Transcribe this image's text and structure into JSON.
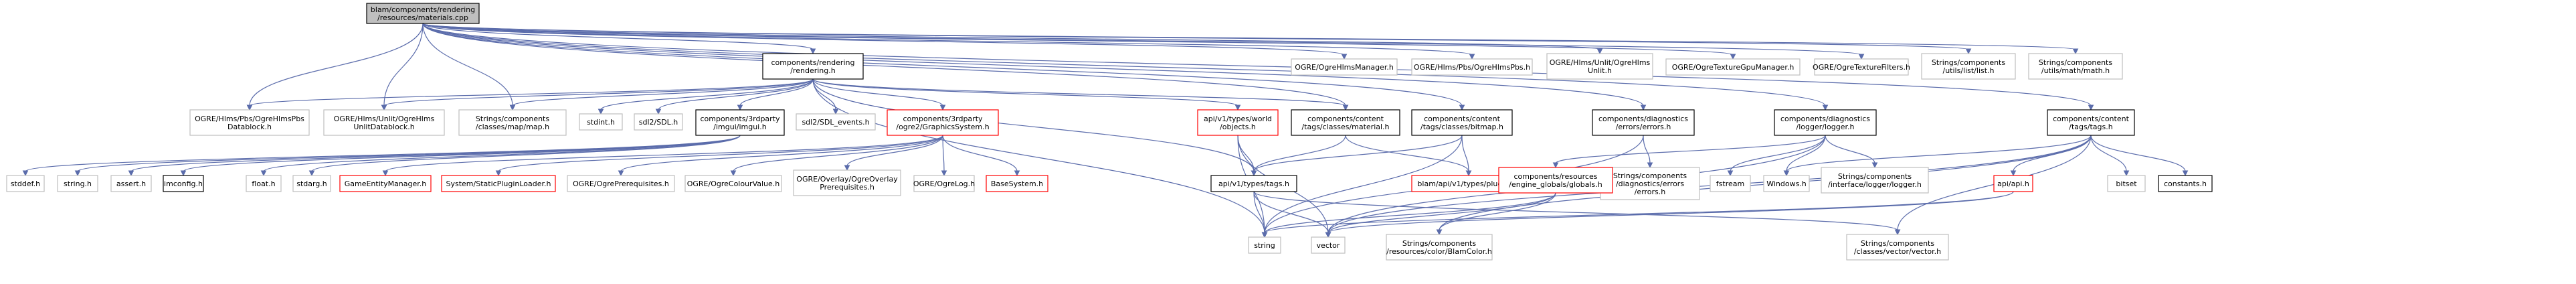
{
  "colors": {
    "root_fill": "#bfbfbf",
    "border_gray": "#bfbfbf",
    "border_black": "#000000",
    "border_red": "#ff0000",
    "edge": "#5b6cab"
  },
  "nodes": [
    {
      "id": "root",
      "label": [
        "blam/components/rendering",
        "/resources/materials.cpp"
      ],
      "style": "root"
    },
    {
      "id": "rendering",
      "label": [
        "components/rendering",
        "/rendering.h"
      ],
      "style": "black"
    },
    {
      "id": "ogre_hlms_mgr",
      "label": [
        "OGRE/OgreHlmsManager.h"
      ],
      "style": "gray"
    },
    {
      "id": "ogre_pbs",
      "label": [
        "OGRE/Hlms/Pbs/OgreHlmsPbs.h"
      ],
      "style": "gray"
    },
    {
      "id": "ogre_unlit",
      "label": [
        "OGRE/Hlms/Unlit/OgreHlms",
        "Unlit.h"
      ],
      "style": "gray"
    },
    {
      "id": "ogre_texgpu",
      "label": [
        "OGRE/OgreTextureGpuManager.h"
      ],
      "style": "gray"
    },
    {
      "id": "ogre_texfilt",
      "label": [
        "OGRE/OgreTextureFilters.h"
      ],
      "style": "gray"
    },
    {
      "id": "str_list",
      "label": [
        "Strings/components",
        "/utils/list/list.h"
      ],
      "style": "gray"
    },
    {
      "id": "str_math",
      "label": [
        "Strings/components",
        "/utils/math/math.h"
      ],
      "style": "gray"
    },
    {
      "id": "pbs_datablock",
      "label": [
        "OGRE/Hlms/Pbs/OgreHlmsPbs",
        "Datablock.h"
      ],
      "style": "gray"
    },
    {
      "id": "unlit_datablock",
      "label": [
        "OGRE/Hlms/Unlit/OgreHlms",
        "UnlitDatablock.h"
      ],
      "style": "gray"
    },
    {
      "id": "str_map",
      "label": [
        "Strings/components",
        "/classes/map/map.h"
      ],
      "style": "gray"
    },
    {
      "id": "stdint",
      "label": [
        "stdint.h"
      ],
      "style": "gray"
    },
    {
      "id": "sdl2",
      "label": [
        "sdl2/SDL.h"
      ],
      "style": "gray"
    },
    {
      "id": "imgui_h",
      "label": [
        "components/3rdparty",
        "/imgui/imgui.h"
      ],
      "style": "black"
    },
    {
      "id": "sdl2_events",
      "label": [
        "sdl2/SDL_events.h"
      ],
      "style": "gray"
    },
    {
      "id": "ogre2_gfx",
      "label": [
        "components/3rdparty",
        "/ogre2/GraphicsSystem.h"
      ],
      "style": "red"
    },
    {
      "id": "world_objects",
      "label": [
        "api/v1/types/world",
        "/objects.h"
      ],
      "style": "red"
    },
    {
      "id": "material_h",
      "label": [
        "components/content",
        "/tags/classes/material.h"
      ],
      "style": "black"
    },
    {
      "id": "bitmap_h",
      "label": [
        "components/content",
        "/tags/classes/bitmap.h"
      ],
      "style": "black"
    },
    {
      "id": "diag_errors",
      "label": [
        "components/diagnostics",
        "/errors/errors.h"
      ],
      "style": "black"
    },
    {
      "id": "diag_logger",
      "label": [
        "components/diagnostics",
        "/logger/logger.h"
      ],
      "style": "black"
    },
    {
      "id": "tags_h",
      "label": [
        "components/content",
        "/tags/tags.h"
      ],
      "style": "black"
    },
    {
      "id": "stddef",
      "label": [
        "stddef.h"
      ],
      "style": "gray"
    },
    {
      "id": "string_h",
      "label": [
        "string.h"
      ],
      "style": "gray"
    },
    {
      "id": "assert",
      "label": [
        "assert.h"
      ],
      "style": "gray"
    },
    {
      "id": "imconfig",
      "label": [
        "imconfig.h"
      ],
      "style": "black"
    },
    {
      "id": "float",
      "label": [
        "float.h"
      ],
      "style": "gray"
    },
    {
      "id": "stdarg",
      "label": [
        "stdarg.h"
      ],
      "style": "gray"
    },
    {
      "id": "game_entity",
      "label": [
        "GameEntityManager.h"
      ],
      "style": "red"
    },
    {
      "id": "static_plugin",
      "label": [
        "System/StaticPluginLoader.h"
      ],
      "style": "red"
    },
    {
      "id": "ogre_prereq",
      "label": [
        "OGRE/OgrePrerequisites.h"
      ],
      "style": "gray"
    },
    {
      "id": "ogre_colour",
      "label": [
        "OGRE/OgreColourValue.h"
      ],
      "style": "gray"
    },
    {
      "id": "ogre_overlay",
      "label": [
        "OGRE/Overlay/OgreOverlay",
        "Prerequisites.h"
      ],
      "style": "gray"
    },
    {
      "id": "ogre_log",
      "label": [
        "OGRE/OgreLog.h"
      ],
      "style": "gray"
    },
    {
      "id": "base_system",
      "label": [
        "BaseSystem.h"
      ],
      "style": "red"
    },
    {
      "id": "api_tags",
      "label": [
        "api/v1/types/tags.h"
      ],
      "style": "black"
    },
    {
      "id": "plugins_h",
      "label": [
        "blam/api/v1/types/plugins.h"
      ],
      "style": "red"
    },
    {
      "id": "str_diag_errors",
      "label": [
        "Strings/components",
        "/diagnostics/errors",
        "/errors.h"
      ],
      "style": "gray"
    },
    {
      "id": "engine_globals",
      "label": [
        "components/resources",
        "/engine_globals/globals.h"
      ],
      "style": "red"
    },
    {
      "id": "fstream",
      "label": [
        "fstream"
      ],
      "style": "gray"
    },
    {
      "id": "windows_h",
      "label": [
        "Windows.h"
      ],
      "style": "gray"
    },
    {
      "id": "str_logger",
      "label": [
        "Strings/components",
        "/interface/logger/logger.h"
      ],
      "style": "gray"
    },
    {
      "id": "api_h",
      "label": [
        "api/api.h"
      ],
      "style": "red"
    },
    {
      "id": "bitset",
      "label": [
        "bitset"
      ],
      "style": "gray"
    },
    {
      "id": "constants",
      "label": [
        "constants.h"
      ],
      "style": "black"
    },
    {
      "id": "string_std",
      "label": [
        "string"
      ],
      "style": "gray"
    },
    {
      "id": "vector",
      "label": [
        "vector"
      ],
      "style": "gray"
    },
    {
      "id": "str_blamcolor",
      "label": [
        "Strings/components",
        "/resources/color/BlamColor.h"
      ],
      "style": "gray"
    },
    {
      "id": "str_vector",
      "label": [
        "Strings/components",
        "/classes/vector/vector.h"
      ],
      "style": "gray"
    }
  ],
  "edges": [
    [
      "root",
      "rendering"
    ],
    [
      "root",
      "ogre_hlms_mgr"
    ],
    [
      "root",
      "ogre_pbs"
    ],
    [
      "root",
      "ogre_unlit"
    ],
    [
      "root",
      "ogre_texgpu"
    ],
    [
      "root",
      "ogre_texfilt"
    ],
    [
      "root",
      "str_list"
    ],
    [
      "root",
      "str_math"
    ],
    [
      "root",
      "pbs_datablock"
    ],
    [
      "root",
      "unlit_datablock"
    ],
    [
      "root",
      "str_map"
    ],
    [
      "root",
      "material_h"
    ],
    [
      "root",
      "bitmap_h"
    ],
    [
      "root",
      "diag_errors"
    ],
    [
      "root",
      "diag_logger"
    ],
    [
      "root",
      "tags_h"
    ],
    [
      "rendering",
      "pbs_datablock"
    ],
    [
      "rendering",
      "unlit_datablock"
    ],
    [
      "rendering",
      "str_map"
    ],
    [
      "rendering",
      "stdint"
    ],
    [
      "rendering",
      "sdl2"
    ],
    [
      "rendering",
      "imgui_h"
    ],
    [
      "rendering",
      "sdl2_events"
    ],
    [
      "rendering",
      "ogre2_gfx"
    ],
    [
      "rendering",
      "world_objects"
    ],
    [
      "rendering",
      "material_h"
    ],
    [
      "rendering",
      "api_tags"
    ],
    [
      "rendering",
      "string_std"
    ],
    [
      "imgui_h",
      "stddef"
    ],
    [
      "imgui_h",
      "string_h"
    ],
    [
      "imgui_h",
      "assert"
    ],
    [
      "imgui_h",
      "imconfig"
    ],
    [
      "imgui_h",
      "float"
    ],
    [
      "imgui_h",
      "stdarg"
    ],
    [
      "ogre2_gfx",
      "game_entity"
    ],
    [
      "ogre2_gfx",
      "static_plugin"
    ],
    [
      "ogre2_gfx",
      "ogre_prereq"
    ],
    [
      "ogre2_gfx",
      "ogre_colour"
    ],
    [
      "ogre2_gfx",
      "ogre_overlay"
    ],
    [
      "ogre2_gfx",
      "ogre_log"
    ],
    [
      "ogre2_gfx",
      "base_system"
    ],
    [
      "world_objects",
      "api_tags"
    ],
    [
      "world_objects",
      "string_std"
    ],
    [
      "world_objects",
      "vector"
    ],
    [
      "material_h",
      "api_tags"
    ],
    [
      "material_h",
      "plugins_h"
    ],
    [
      "bitmap_h",
      "api_tags"
    ],
    [
      "bitmap_h",
      "plugins_h"
    ],
    [
      "bitmap_h",
      "string_std"
    ],
    [
      "diag_errors",
      "str_diag_errors"
    ],
    [
      "diag_errors",
      "string_std"
    ],
    [
      "diag_logger",
      "engine_globals"
    ],
    [
      "diag_logger",
      "fstream"
    ],
    [
      "diag_logger",
      "windows_h"
    ],
    [
      "diag_logger",
      "str_logger"
    ],
    [
      "diag_logger",
      "vector"
    ],
    [
      "tags_h",
      "api_h"
    ],
    [
      "tags_h",
      "bitset"
    ],
    [
      "tags_h",
      "constants"
    ],
    [
      "tags_h",
      "windows_h"
    ],
    [
      "tags_h",
      "vector"
    ],
    [
      "tags_h",
      "str_vector"
    ],
    [
      "tags_h",
      "str_blamcolor"
    ],
    [
      "api_tags",
      "string_std"
    ],
    [
      "api_tags",
      "vector"
    ],
    [
      "api_tags",
      "str_vector"
    ],
    [
      "engine_globals",
      "string_std"
    ],
    [
      "engine_globals",
      "vector"
    ],
    [
      "engine_globals",
      "str_blamcolor"
    ],
    [
      "api_h",
      "string_std"
    ],
    [
      "api_h",
      "vector"
    ]
  ]
}
